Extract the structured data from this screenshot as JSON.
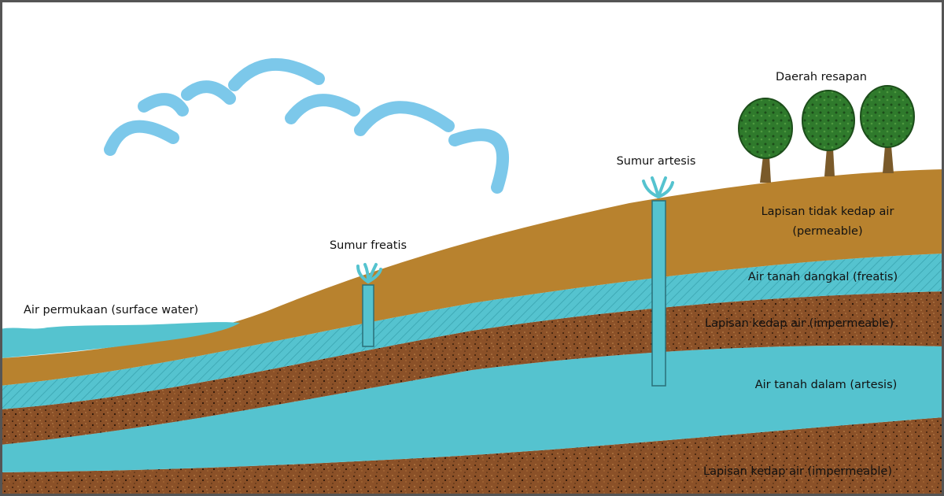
{
  "labels": {
    "surface_water": "Air permukaan (surface water)",
    "phreatic_well": "Sumur freatis",
    "artesian_well": "Sumur artesis",
    "recharge_area": "Daerah resapan",
    "permeable_line1": "Lapisan tidak kedap air",
    "permeable_line2": "(permeable)",
    "shallow_groundwater": "Air tanah dangkal (freatis)",
    "impermeable_upper": "Lapisan kedap air (impermeable)",
    "deep_groundwater": "Air tanah dalam (artesis)",
    "impermeable_lower": "Lapisan kedap air (impermeable)"
  },
  "colors": {
    "sky": "#ffffff",
    "cloud": "#7cc8ea",
    "permeable_soil": "#b8822e",
    "water": "#55c3cf",
    "impermeable_soil": "#8b5128",
    "tree_foliage": "#2f7a2c",
    "tree_trunk": "#7a5a2a",
    "frame": "#555555"
  },
  "icons": {
    "cloud": "cloud-icon",
    "tree": "tree-icon",
    "well": "well-pipe-icon",
    "fountain": "water-fountain-icon"
  }
}
